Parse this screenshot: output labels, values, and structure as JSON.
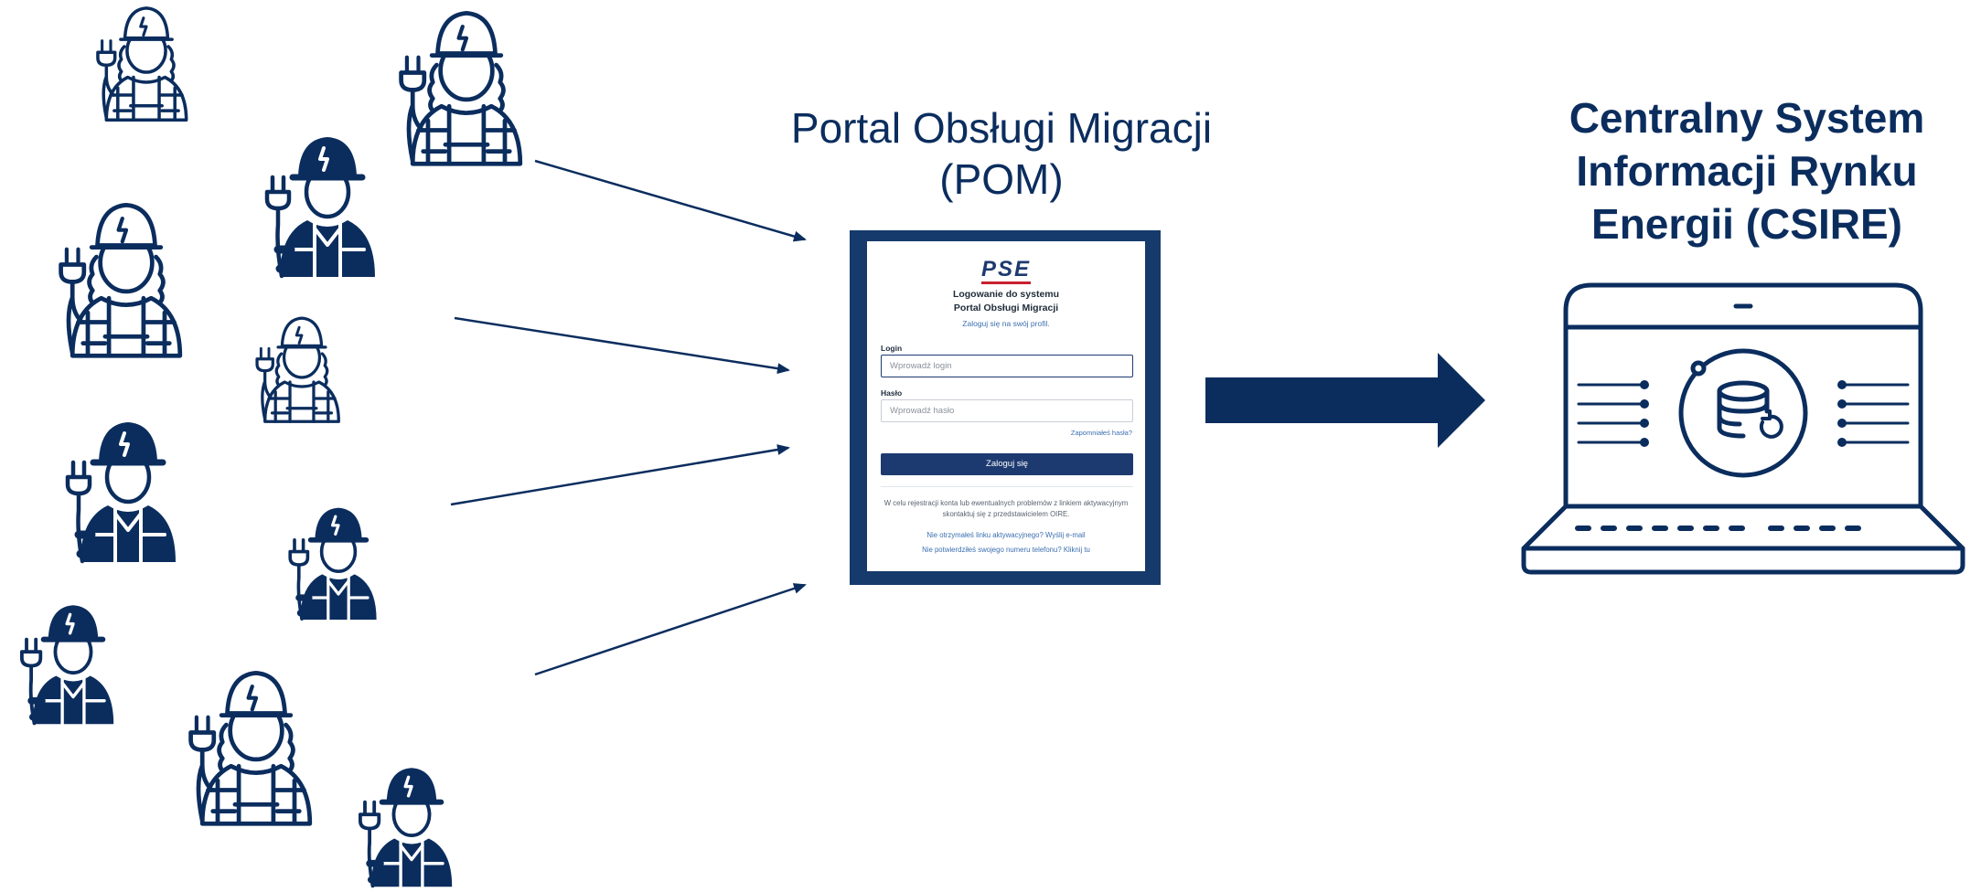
{
  "pom_title": {
    "line1": "Portal Obsługi Migracji",
    "line2": "(POM)"
  },
  "csire_title": {
    "line1": "Centralny System",
    "line2": "Informacji Rynku",
    "line3": "Energii (CSIRE)"
  },
  "login_form": {
    "logo": "PSE",
    "heading_line1": "Logowanie do systemu",
    "heading_line2": "Portal Obsługi Migracji",
    "subtitle": "Zaloguj się na swój profil.",
    "login_label": "Login",
    "login_placeholder": "Wprowadź login",
    "password_label": "Hasło",
    "password_placeholder": "Wprowadź hasło",
    "forgot_password": "Zapomniałeś hasła?",
    "submit_label": "Zaloguj się",
    "info_line1": "W celu rejestracji konta lub ewentualnych problemów z linkiem aktywacyjnym",
    "info_line2": "skontaktuj się z przedstawicielem OIRE.",
    "no_activation_link": "Nie otrzymałeś linku aktywacyjnego? Wyślij e-mail",
    "phone_not_confirmed": "Nie potwierdziłeś swojego numeru telefonu? Kliknij tu"
  },
  "icons": {
    "workers": "electrician-worker-icon",
    "arrows": "arrow-right-icon",
    "big_arrow": "big-arrow-right-icon",
    "laptop": "laptop-database-icon"
  },
  "colors": {
    "navy": "#0b2d5e",
    "frame": "#163a6b",
    "button": "#1d3a70",
    "logo_accent": "#c8202f"
  }
}
